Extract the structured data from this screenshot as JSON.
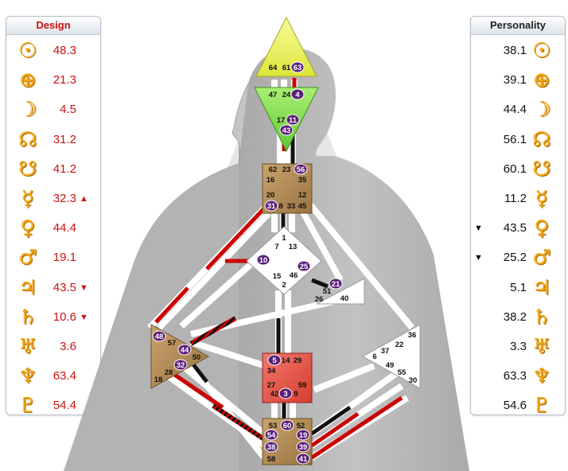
{
  "design": {
    "title": "Design",
    "rows": [
      {
        "icon": "sun-icon",
        "glyph": "☉",
        "value": "48.3",
        "arrow": ""
      },
      {
        "icon": "earth-icon",
        "glyph": "⊕",
        "value": "21.3",
        "arrow": ""
      },
      {
        "icon": "moon-icon",
        "glyph": "☽",
        "value": "4.5",
        "arrow": ""
      },
      {
        "icon": "north-node-icon",
        "glyph": "☊",
        "value": "31.2",
        "arrow": ""
      },
      {
        "icon": "south-node-icon",
        "glyph": "☋",
        "value": "41.2",
        "arrow": ""
      },
      {
        "icon": "mercury-icon",
        "glyph": "☿",
        "value": "32.3",
        "arrow": "▲"
      },
      {
        "icon": "venus-icon",
        "glyph": "♀",
        "value": "44.4",
        "arrow": ""
      },
      {
        "icon": "mars-icon",
        "glyph": "♂",
        "value": "19.1",
        "arrow": ""
      },
      {
        "icon": "jupiter-icon",
        "glyph": "♃",
        "value": "43.5",
        "arrow": "▼"
      },
      {
        "icon": "saturn-icon",
        "glyph": "♄",
        "value": "10.6",
        "arrow": "▼"
      },
      {
        "icon": "uranus-icon",
        "glyph": "♅",
        "value": "3.6",
        "arrow": ""
      },
      {
        "icon": "neptune-icon",
        "glyph": "♆",
        "value": "63.4",
        "arrow": ""
      },
      {
        "icon": "pluto-icon",
        "glyph": "♇",
        "value": "54.4",
        "arrow": ""
      }
    ]
  },
  "personality": {
    "title": "Personality",
    "rows": [
      {
        "icon": "sun-icon",
        "glyph": "☉",
        "value": "38.1",
        "arrow": ""
      },
      {
        "icon": "earth-icon",
        "glyph": "⊕",
        "value": "39.1",
        "arrow": ""
      },
      {
        "icon": "moon-icon",
        "glyph": "☽",
        "value": "44.4",
        "arrow": ""
      },
      {
        "icon": "north-node-icon",
        "glyph": "☊",
        "value": "56.1",
        "arrow": ""
      },
      {
        "icon": "south-node-icon",
        "glyph": "☋",
        "value": "60.1",
        "arrow": ""
      },
      {
        "icon": "mercury-icon",
        "glyph": "☿",
        "value": "11.2",
        "arrow": ""
      },
      {
        "icon": "venus-icon",
        "glyph": "♀",
        "value": "43.5",
        "arrow": "▼"
      },
      {
        "icon": "mars-icon",
        "glyph": "♂",
        "value": "25.2",
        "arrow": "▼"
      },
      {
        "icon": "jupiter-icon",
        "glyph": "♃",
        "value": "5.1",
        "arrow": ""
      },
      {
        "icon": "saturn-icon",
        "glyph": "♄",
        "value": "38.2",
        "arrow": ""
      },
      {
        "icon": "uranus-icon",
        "glyph": "♅",
        "value": "3.3",
        "arrow": ""
      },
      {
        "icon": "neptune-icon",
        "glyph": "♆",
        "value": "63.3",
        "arrow": ""
      },
      {
        "icon": "pluto-icon",
        "glyph": "♇",
        "value": "54.6",
        "arrow": ""
      }
    ]
  },
  "colors": {
    "design_red": "#cc1111",
    "glyph_gold": "#f2a51a",
    "highlight_purple": "#5a1f78",
    "head_yellow": "#ecf25a",
    "ajna_green": "#86e24a",
    "center_tan": "#b8935a",
    "sacral_red": "#e6574a"
  },
  "centers": {
    "head": {
      "gates": [
        {
          "n": "64"
        },
        {
          "n": "61"
        },
        {
          "n": "63",
          "hl": true
        }
      ]
    },
    "ajna": {
      "gates": [
        {
          "n": "47"
        },
        {
          "n": "24"
        },
        {
          "n": "4",
          "hl": true
        },
        {
          "n": "17"
        },
        {
          "n": "11",
          "hl": true
        },
        {
          "n": "43",
          "hl": true
        }
      ]
    },
    "throat": {
      "gates": [
        {
          "n": "62"
        },
        {
          "n": "23"
        },
        {
          "n": "56",
          "hl": true
        },
        {
          "n": "16"
        },
        {
          "n": "35"
        },
        {
          "n": "20"
        },
        {
          "n": "12"
        },
        {
          "n": "31",
          "hl": true
        },
        {
          "n": "8"
        },
        {
          "n": "33"
        },
        {
          "n": "45"
        }
      ]
    },
    "g": {
      "gates": [
        {
          "n": "1"
        },
        {
          "n": "7"
        },
        {
          "n": "13"
        },
        {
          "n": "10",
          "hl": true
        },
        {
          "n": "25",
          "hl": true
        },
        {
          "n": "15"
        },
        {
          "n": "46"
        },
        {
          "n": "2"
        }
      ]
    },
    "heart": {
      "gates": [
        {
          "n": "21",
          "hl": true
        },
        {
          "n": "51"
        },
        {
          "n": "26"
        },
        {
          "n": "40"
        }
      ]
    },
    "spleen": {
      "gates": [
        {
          "n": "48",
          "hl": true
        },
        {
          "n": "57"
        },
        {
          "n": "44",
          "hl": true
        },
        {
          "n": "50"
        },
        {
          "n": "32",
          "hl": true
        },
        {
          "n": "28"
        },
        {
          "n": "18"
        }
      ]
    },
    "solar": {
      "gates": [
        {
          "n": "36"
        },
        {
          "n": "22"
        },
        {
          "n": "37"
        },
        {
          "n": "6"
        },
        {
          "n": "49"
        },
        {
          "n": "55"
        },
        {
          "n": "30"
        }
      ]
    },
    "sacral": {
      "gates": [
        {
          "n": "5",
          "hl": true
        },
        {
          "n": "14"
        },
        {
          "n": "29"
        },
        {
          "n": "34"
        },
        {
          "n": "27"
        },
        {
          "n": "59"
        },
        {
          "n": "42"
        },
        {
          "n": "3",
          "hl": true
        },
        {
          "n": "9"
        }
      ]
    },
    "root": {
      "gates": [
        {
          "n": "53"
        },
        {
          "n": "60",
          "hl": true
        },
        {
          "n": "52"
        },
        {
          "n": "54",
          "hl": true
        },
        {
          "n": "19",
          "hl": true
        },
        {
          "n": "38",
          "hl": true
        },
        {
          "n": "39",
          "hl": true
        },
        {
          "n": "58"
        },
        {
          "n": "41",
          "hl": true
        }
      ]
    }
  }
}
